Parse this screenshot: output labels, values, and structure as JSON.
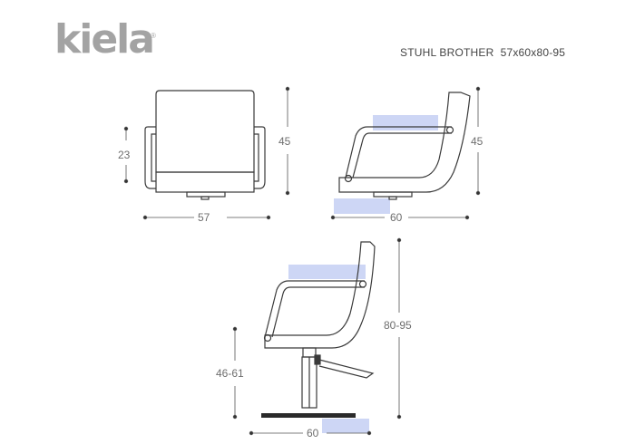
{
  "brand": {
    "name": "kiela",
    "registered_mark": "®",
    "color": "#a3a3a3"
  },
  "title": "STUHL BROTHER  57x60x80-95",
  "colors": {
    "outline": "#3a3a3a",
    "dimension": "#555555",
    "highlight": "#cdd6f5"
  },
  "dimensions": {
    "front_armrest_height": "23",
    "front_seat_height": "45",
    "front_width": "57",
    "side_seat_height": "45",
    "side_depth": "60",
    "full_total_height": "80-95",
    "full_seat_range": "46-61",
    "full_depth": "60"
  }
}
